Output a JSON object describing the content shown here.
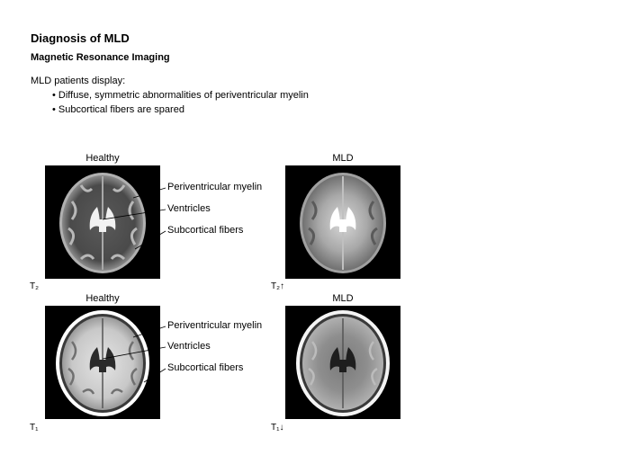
{
  "slide": {
    "title": "Diagnosis of MLD",
    "subtitle": "Magnetic Resonance Imaging",
    "intro": "MLD patients display:",
    "bullets": [
      "Diffuse, symmetric abnormalities of periventricular myelin",
      "Subcortical fibers are spared"
    ]
  },
  "panels": {
    "t2_healthy": {
      "label": "Healthy",
      "sequence": "T₂"
    },
    "t2_mld": {
      "label": "MLD",
      "sequence": "T₂↑"
    },
    "t1_healthy": {
      "label": "Healthy",
      "sequence": "T₁"
    },
    "t1_mld": {
      "label": "MLD",
      "sequence": "T₁↓"
    }
  },
  "annotations": {
    "t2": [
      "Periventricular myelin",
      "Ventricles",
      "Subcortical fibers"
    ],
    "t1": [
      "Periventricular myelin",
      "Ventricles",
      "Subcortical fibers"
    ]
  }
}
